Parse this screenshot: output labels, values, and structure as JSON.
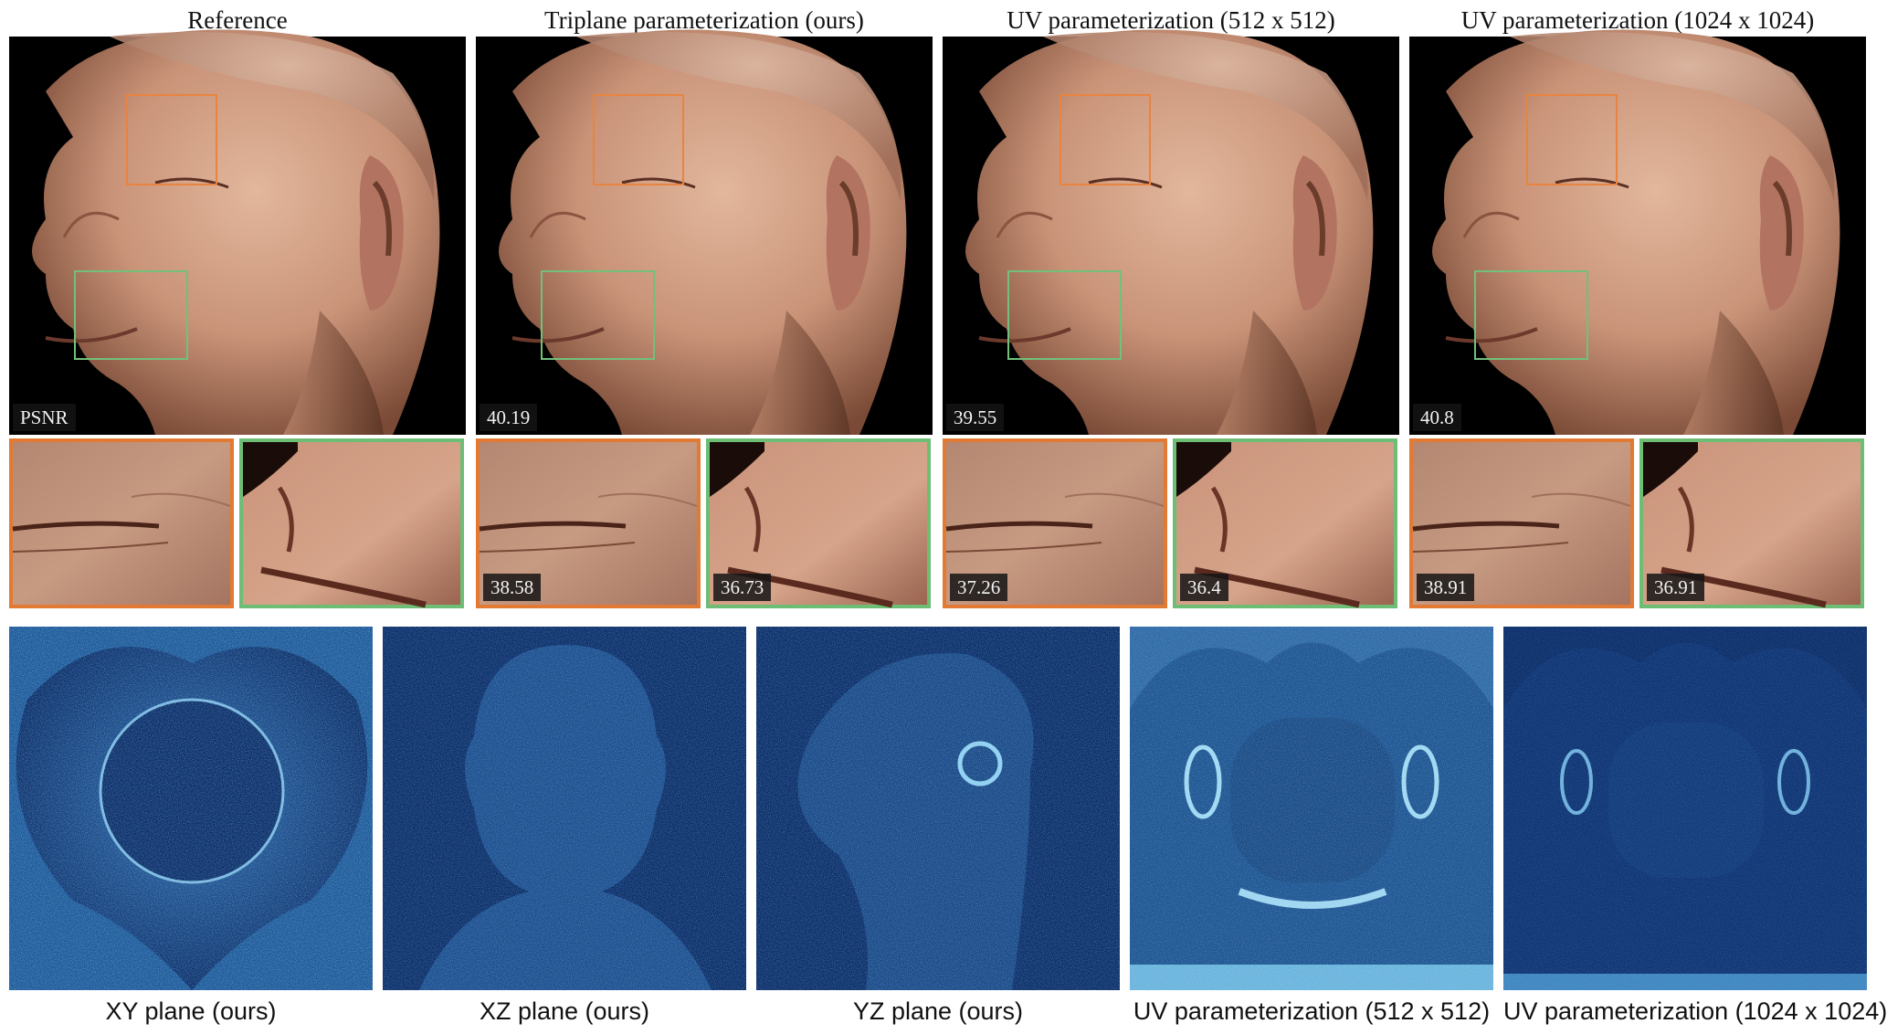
{
  "columns": [
    {
      "title": "Reference",
      "psnr_label": "PSNR",
      "crop_orange": "",
      "crop_green": ""
    },
    {
      "title": "Triplane parameterization (ours)",
      "psnr_label": "40.19",
      "crop_orange": "38.58",
      "crop_green": "36.73"
    },
    {
      "title": "UV parameterization (512 x 512)",
      "psnr_label": "39.55",
      "crop_orange": "37.26",
      "crop_green": "36.4"
    },
    {
      "title": "UV parameterization (1024 x 1024)",
      "psnr_label": "40.8",
      "crop_orange": "38.91",
      "crop_green": "36.91"
    }
  ],
  "planes": [
    {
      "caption": "XY plane (ours)"
    },
    {
      "caption": "XZ plane (ours)"
    },
    {
      "caption": "YZ plane (ours)"
    },
    {
      "caption": "UV parameterization (512 x 512)"
    },
    {
      "caption": "UV parameterization (1024 x 1024)"
    }
  ],
  "colors": {
    "orange_box": "#e8843f",
    "green_box": "#6dbd75",
    "error_map_dark": "#0a2d66",
    "error_map_bright": "#9fd6f0"
  }
}
